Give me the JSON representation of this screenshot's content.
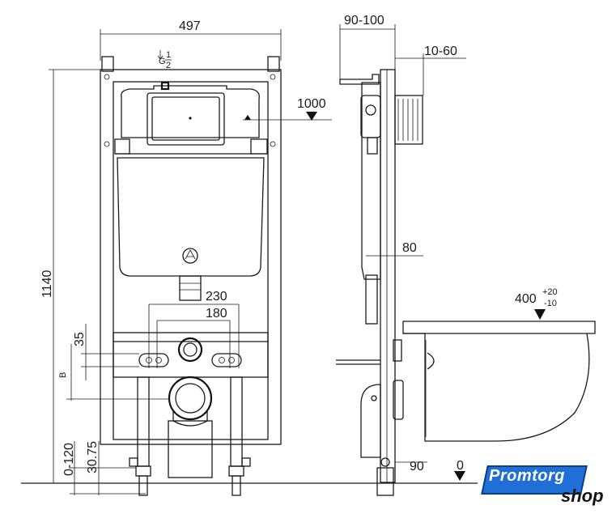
{
  "dimensions": {
    "frame_width": "497",
    "frame_height": "1140",
    "side_depth": "90-100",
    "button_offset": "10-60",
    "cistern_level": "1000",
    "depth_80": "80",
    "anchor_spacing_outer": "230",
    "anchor_spacing_inner": "180",
    "anchor_height": "35",
    "foot_range": "0-120",
    "foot_height": "30.75",
    "bottom_depth": "90",
    "bowl_height": "400",
    "bowl_tol_plus": "+20",
    "bowl_tol_minus": "-10",
    "floor_level": "0",
    "thread_g": "G",
    "thread_num": "1",
    "thread_den": "2",
    "tiny_label": "B"
  },
  "logo": {
    "line1": "Promtorg",
    "line2": "shop"
  }
}
